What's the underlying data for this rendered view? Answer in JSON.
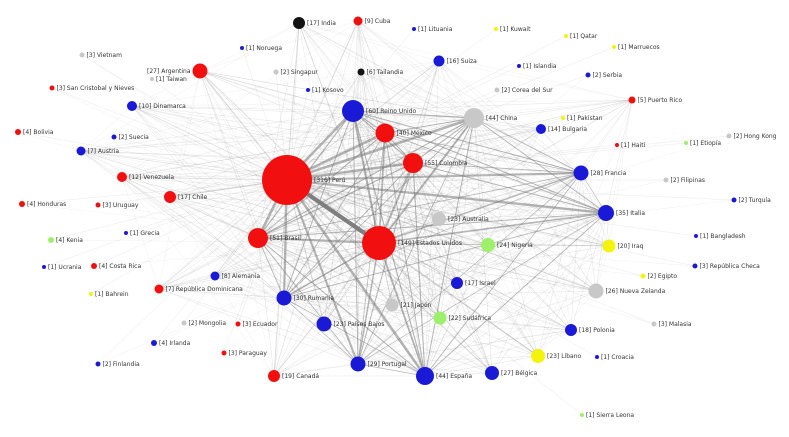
{
  "colors": {
    "red": "#f10f0f",
    "blue": "#1a1ad6",
    "gray": "#c8c8c8",
    "black": "#111111",
    "yellow": "#f3f30c",
    "green": "#9df06a"
  },
  "nodes": [
    {
      "id": "peru",
      "label": "[316] Perú",
      "weight": 316,
      "color": "red"
    },
    {
      "id": "eeuu",
      "label": "[149] Estados Unidos",
      "weight": 149,
      "color": "red"
    },
    {
      "id": "reinounido",
      "label": "[60] Reino Unido",
      "weight": 60,
      "color": "blue"
    },
    {
      "id": "mexico",
      "label": "[40] México",
      "weight": 40,
      "color": "red"
    },
    {
      "id": "colombia",
      "label": "[55] Colombia",
      "weight": 55,
      "color": "red"
    },
    {
      "id": "brasil",
      "label": "[51] Brasil",
      "weight": 51,
      "color": "red"
    },
    {
      "id": "china",
      "label": "[44] China",
      "weight": 44,
      "color": "gray"
    },
    {
      "id": "espana",
      "label": "[44] España",
      "weight": 44,
      "color": "blue"
    },
    {
      "id": "italia",
      "label": "[35] Italia",
      "weight": 35,
      "color": "blue"
    },
    {
      "id": "rumania",
      "label": "[30] Rumania",
      "weight": 30,
      "color": "blue"
    },
    {
      "id": "portugal",
      "label": "[29] Portugal",
      "weight": 29,
      "color": "blue"
    },
    {
      "id": "francia",
      "label": "[28] Francia",
      "weight": 28,
      "color": "blue"
    },
    {
      "id": "nzelanda",
      "label": "[26] Nueva Zelanda",
      "weight": 26,
      "color": "gray"
    },
    {
      "id": "belgica",
      "label": "[27] Bélgica",
      "weight": 27,
      "color": "blue"
    },
    {
      "id": "argentina",
      "label": "[27] Argentina",
      "weight": 27,
      "color": "red"
    },
    {
      "id": "nigeria",
      "label": "[24] Nigeria",
      "weight": 24,
      "color": "green"
    },
    {
      "id": "paisesbajos",
      "label": "[23] Países Bajos",
      "weight": 23,
      "color": "blue"
    },
    {
      "id": "australia",
      "label": "[23] Australia",
      "weight": 23,
      "color": "gray"
    },
    {
      "id": "libano",
      "label": "[23] Líbano",
      "weight": 23,
      "color": "yellow"
    },
    {
      "id": "sudafrica",
      "label": "[22] Sudáfrica",
      "weight": 22,
      "color": "green"
    },
    {
      "id": "japon",
      "label": "[21] Japón",
      "weight": 21,
      "color": "gray"
    },
    {
      "id": "iraq",
      "label": "[20] Iraq",
      "weight": 20,
      "color": "yellow"
    },
    {
      "id": "canada",
      "label": "[19] Canadá",
      "weight": 19,
      "color": "red"
    },
    {
      "id": "polonia",
      "label": "[18] Polonia",
      "weight": 18,
      "color": "blue"
    },
    {
      "id": "india",
      "label": "[17] India",
      "weight": 17,
      "color": "black"
    },
    {
      "id": "chile",
      "label": "[17] Chile",
      "weight": 17,
      "color": "red"
    },
    {
      "id": "israel",
      "label": "[17] Israel",
      "weight": 17,
      "color": "blue"
    },
    {
      "id": "suiza",
      "label": "[16] Suiza",
      "weight": 16,
      "color": "blue"
    },
    {
      "id": "bulgaria",
      "label": "[14] Bulgaria",
      "weight": 14,
      "color": "blue"
    },
    {
      "id": "venezuela",
      "label": "[12] Venezuela",
      "weight": 12,
      "color": "red"
    },
    {
      "id": "dinamarca",
      "label": "[10] Dinamarca",
      "weight": 10,
      "color": "blue"
    },
    {
      "id": "cuba",
      "label": "[9] Cuba",
      "weight": 9,
      "color": "red"
    },
    {
      "id": "alemania",
      "label": "[8] Alemania",
      "weight": 8,
      "color": "blue"
    },
    {
      "id": "austria",
      "label": "[7] Austria",
      "weight": 7,
      "color": "blue"
    },
    {
      "id": "repdom",
      "label": "[7] República Dominicana",
      "weight": 7,
      "color": "red"
    },
    {
      "id": "tailandia",
      "label": "[6] Tailandia",
      "weight": 6,
      "color": "black"
    },
    {
      "id": "puertorico",
      "label": "[5] Puerto Rico",
      "weight": 5,
      "color": "red"
    },
    {
      "id": "bolivia",
      "label": "[4] Bolivia",
      "weight": 4,
      "color": "red"
    },
    {
      "id": "honduras",
      "label": "[4] Honduras",
      "weight": 4,
      "color": "red"
    },
    {
      "id": "costarica",
      "label": "[4] Costa Rica",
      "weight": 4,
      "color": "red"
    },
    {
      "id": "kenia",
      "label": "[4] Kenia",
      "weight": 4,
      "color": "green"
    },
    {
      "id": "irlanda",
      "label": "[4] Irlanda",
      "weight": 4,
      "color": "blue"
    },
    {
      "id": "vietnam",
      "label": "[3] Vietnam",
      "weight": 3,
      "color": "gray"
    },
    {
      "id": "sancristobal",
      "label": "[3] San Cristobal y Nieves",
      "weight": 3,
      "color": "red"
    },
    {
      "id": "uruguay",
      "label": "[3] Uruguay",
      "weight": 3,
      "color": "red"
    },
    {
      "id": "ecuador",
      "label": "[3] Ecuador",
      "weight": 3,
      "color": "red"
    },
    {
      "id": "paraguay",
      "label": "[3] Paraguay",
      "weight": 3,
      "color": "red"
    },
    {
      "id": "repcheca",
      "label": "[3] República Checa",
      "weight": 3,
      "color": "blue"
    },
    {
      "id": "malasia",
      "label": "[3] Malasia",
      "weight": 3,
      "color": "gray"
    },
    {
      "id": "singapur",
      "label": "[2] Singapur",
      "weight": 2,
      "color": "gray"
    },
    {
      "id": "coreasur",
      "label": "[2] Corea del Sur",
      "weight": 2,
      "color": "gray"
    },
    {
      "id": "serbia",
      "label": "[2] Serbia",
      "weight": 2,
      "color": "blue"
    },
    {
      "id": "suecia",
      "label": "[2] Suecia",
      "weight": 2,
      "color": "blue"
    },
    {
      "id": "honkong",
      "label": "[2] Hong Kong",
      "weight": 2,
      "color": "gray"
    },
    {
      "id": "filipinas",
      "label": "[2] Filipinas",
      "weight": 2,
      "color": "gray"
    },
    {
      "id": "turquia",
      "label": "[2] Turquía",
      "weight": 2,
      "color": "blue"
    },
    {
      "id": "egipto",
      "label": "[2] Egipto",
      "weight": 2,
      "color": "yellow"
    },
    {
      "id": "mongolia",
      "label": "[2] Mongolia",
      "weight": 2,
      "color": "gray"
    },
    {
      "id": "finlandia",
      "label": "[2] Finlandia",
      "weight": 2,
      "color": "blue"
    },
    {
      "id": "noruega",
      "label": "[1] Noruega",
      "weight": 1,
      "color": "blue"
    },
    {
      "id": "lituania",
      "label": "[1] Lituania",
      "weight": 1,
      "color": "blue"
    },
    {
      "id": "kuwait",
      "label": "[1] Kuwait",
      "weight": 1,
      "color": "yellow"
    },
    {
      "id": "qatar",
      "label": "[1] Qatar",
      "weight": 1,
      "color": "yellow"
    },
    {
      "id": "marruecos",
      "label": "[1] Marruecos",
      "weight": 1,
      "color": "yellow"
    },
    {
      "id": "taiwan",
      "label": "[1] Taiwan",
      "weight": 1,
      "color": "gray"
    },
    {
      "id": "islandia",
      "label": "[1] Islandia",
      "weight": 1,
      "color": "blue"
    },
    {
      "id": "kosovo",
      "label": "[1] Kosovo",
      "weight": 1,
      "color": "blue"
    },
    {
      "id": "pakistan",
      "label": "[1] Pakistan",
      "weight": 1,
      "color": "yellow"
    },
    {
      "id": "haiti",
      "label": "[1] Haití",
      "weight": 1,
      "color": "red"
    },
    {
      "id": "etiopia",
      "label": "[1] Etiopía",
      "weight": 1,
      "color": "green"
    },
    {
      "id": "grecia",
      "label": "[1] Grecia",
      "weight": 1,
      "color": "blue"
    },
    {
      "id": "bangladesh",
      "label": "[1] Bangladesh",
      "weight": 1,
      "color": "blue"
    },
    {
      "id": "ucrania",
      "label": "[1] Ucrania",
      "weight": 1,
      "color": "blue"
    },
    {
      "id": "bahrein",
      "label": "[1] Bahrein",
      "weight": 1,
      "color": "yellow"
    },
    {
      "id": "croacia",
      "label": "[1] Croacia",
      "weight": 1,
      "color": "blue"
    },
    {
      "id": "sierraleona",
      "label": "[1] Sierra Leona",
      "weight": 1,
      "color": "green"
    }
  ]
}
